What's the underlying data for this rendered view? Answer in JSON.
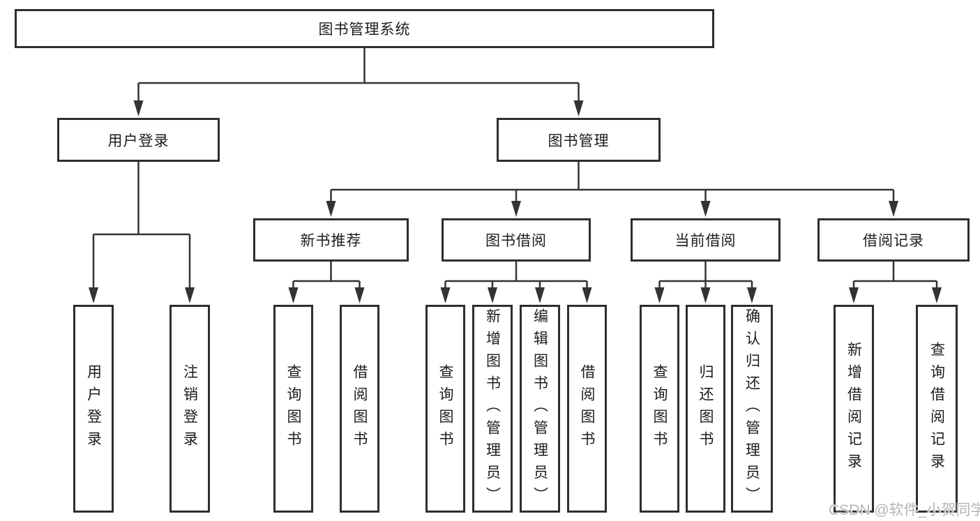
{
  "diagram": {
    "root": {
      "label": "图书管理系统",
      "children": [
        {
          "label": "用户登录",
          "children": [
            {
              "label": "用户登录"
            },
            {
              "label": "注销登录"
            }
          ]
        },
        {
          "label": "图书管理",
          "children": [
            {
              "label": "新书推荐",
              "children": [
                {
                  "label": "查询图书"
                },
                {
                  "label": "借阅图书"
                }
              ]
            },
            {
              "label": "图书借阅",
              "children": [
                {
                  "label": "查询图书"
                },
                {
                  "label": "新增图书（管理员）"
                },
                {
                  "label": "编辑图书（管理员）"
                },
                {
                  "label": "借阅图书"
                }
              ]
            },
            {
              "label": "当前借阅",
              "children": [
                {
                  "label": "查询图书"
                },
                {
                  "label": "归还图书"
                },
                {
                  "label": "确认归还（管理员）"
                }
              ]
            },
            {
              "label": "借阅记录",
              "children": [
                {
                  "label": "新增借阅记录"
                },
                {
                  "label": "查询借阅记录"
                }
              ]
            }
          ]
        }
      ]
    }
  },
  "watermark": {
    "text": "CSDN @软件_小贺同学"
  },
  "colors": {
    "line": "#333333",
    "box_border": "#2e2e2e",
    "text": "#1c1c1c",
    "watermark": "#b2b2b2",
    "background": "#ffffff"
  }
}
